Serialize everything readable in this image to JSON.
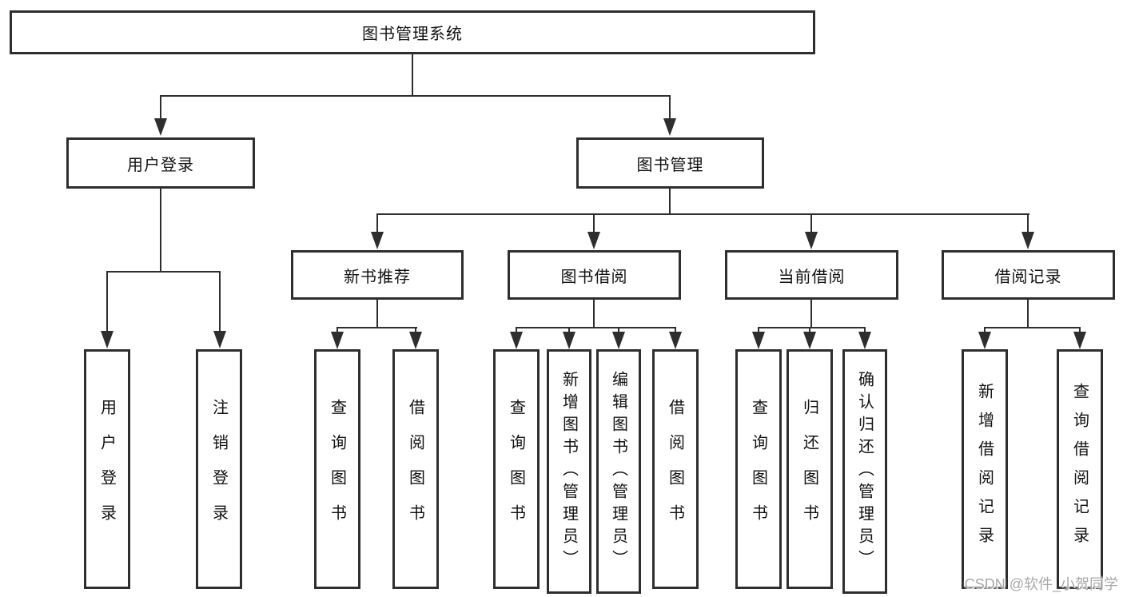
{
  "diagram": {
    "root": {
      "label": "图书管理系统"
    },
    "branches": [
      {
        "label": "用户登录",
        "children": [
          "用户登录",
          "注销登录"
        ]
      },
      {
        "label": "图书管理",
        "sections": [
          {
            "label": "新书推荐",
            "children": [
              "查询图书",
              "借阅图书"
            ]
          },
          {
            "label": "图书借阅",
            "children": [
              "查询图书",
              "新增图书（管理员）",
              "编辑图书（管理员）",
              "借阅图书"
            ]
          },
          {
            "label": "当前借阅",
            "children": [
              "查询图书",
              "归还图书",
              "确认归还（管理员）"
            ]
          },
          {
            "label": "借阅记录",
            "children": [
              "新增借阅记录",
              "查询借阅记录"
            ]
          }
        ]
      }
    ]
  },
  "watermark": {
    "text": "CSDN @软件_小贺同学"
  },
  "colors": {
    "line": "#2e2e2e",
    "box_border": "#2e2e2e",
    "text": "#111111",
    "watermark": "#a8a8a8",
    "background": "#ffffff"
  }
}
